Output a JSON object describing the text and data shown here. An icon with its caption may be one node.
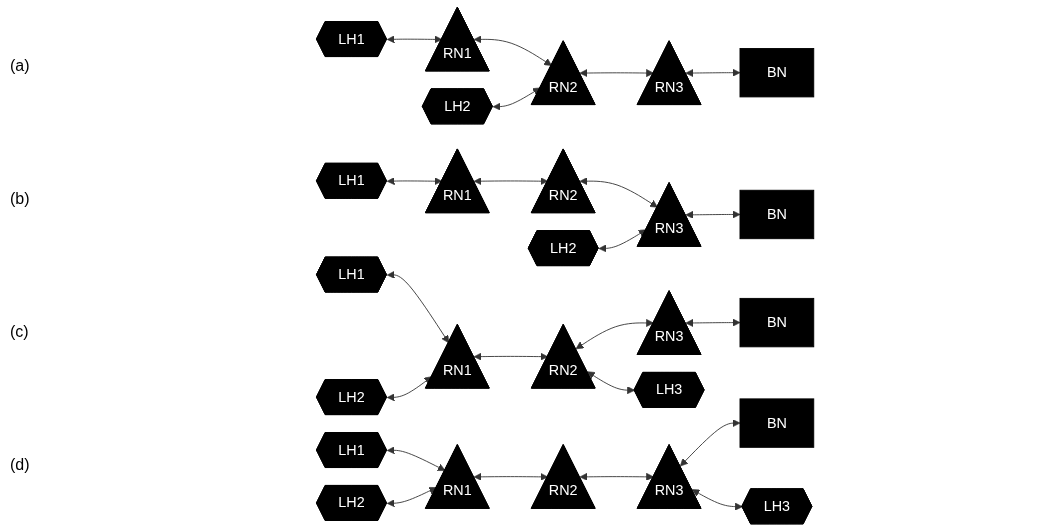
{
  "diagram": {
    "nodes": [
      {
        "text": [
          "LH2"
        ]
      },
      {
        "text": [
          "LH1"
        ]
      },
      {
        "text": [
          "RN1"
        ]
      },
      {
        "text": [
          "RN2"
        ]
      },
      {
        "text": [
          "RN3"
        ]
      },
      {
        "text": [
          "BN"
        ]
      },
      {
        "text": [
          "LH2"
        ]
      },
      {
        "text": [
          "LH1"
        ]
      },
      {
        "text": [
          "RN1"
        ]
      },
      {
        "text": [
          "RN2"
        ]
      },
      {
        "text": [
          "RN3"
        ]
      },
      {
        "text": [
          "BN"
        ]
      },
      {
        "text": [
          "LH2"
        ]
      },
      {
        "text": [
          "RN2"
        ]
      },
      {
        "text": [
          "LH1"
        ]
      },
      {
        "text": [
          "RN1"
        ]
      },
      {
        "text": [
          "RN3"
        ]
      },
      {
        "text": [
          "BN"
        ]
      },
      {
        "text": [
          "LH3"
        ]
      },
      {
        "text": [
          "LH2"
        ]
      },
      {
        "text": [
          "RN3"
        ]
      },
      {
        "text": [
          "LH1"
        ]
      },
      {
        "text": [
          "RN1"
        ]
      },
      {
        "text": [
          "RN2"
        ]
      },
      {
        "text": [
          "BN"
        ]
      },
      {
        "text": [
          "LH3"
        ]
      }
    ],
    "edges": [
      {
        "from": 1,
        "to": 2,
        "arrow": "both"
      },
      {
        "from": 2,
        "to": 3,
        "arrow": "both"
      },
      {
        "from": 3,
        "to": 4,
        "arrow": "both"
      },
      {
        "from": 4,
        "to": 5,
        "arrow": "both"
      },
      {
        "from": 0,
        "to": 3,
        "arrow": "both"
      },
      {
        "from": 7,
        "to": 8,
        "arrow": "both"
      },
      {
        "from": 8,
        "to": 9,
        "arrow": "both"
      },
      {
        "from": 9,
        "to": 10,
        "arrow": "both"
      },
      {
        "from": 10,
        "to": 11,
        "arrow": "both"
      },
      {
        "from": 6,
        "to": 10,
        "arrow": "both"
      },
      {
        "from": 14,
        "to": 15,
        "arrow": "both"
      },
      {
        "from": 15,
        "to": 13,
        "arrow": "both"
      },
      {
        "from": 13,
        "to": 16,
        "arrow": "both"
      },
      {
        "from": 16,
        "to": 17,
        "arrow": "both"
      },
      {
        "from": 12,
        "to": 15,
        "arrow": "both"
      },
      {
        "from": 13,
        "to": 18,
        "arrow": "both"
      },
      {
        "from": 21,
        "to": 22,
        "arrow": "both"
      },
      {
        "from": 22,
        "to": 23,
        "arrow": "both"
      },
      {
        "from": 23,
        "to": 20,
        "arrow": "both"
      },
      {
        "from": 20,
        "to": 24,
        "arrow": "both"
      },
      {
        "from": 19,
        "to": 22,
        "arrow": "both"
      },
      {
        "from": 20,
        "to": 25,
        "arrow": "both"
      }
    ],
    "labels": [
      "(a)",
      "(b)",
      "(c)",
      "(d)"
    ]
  }
}
